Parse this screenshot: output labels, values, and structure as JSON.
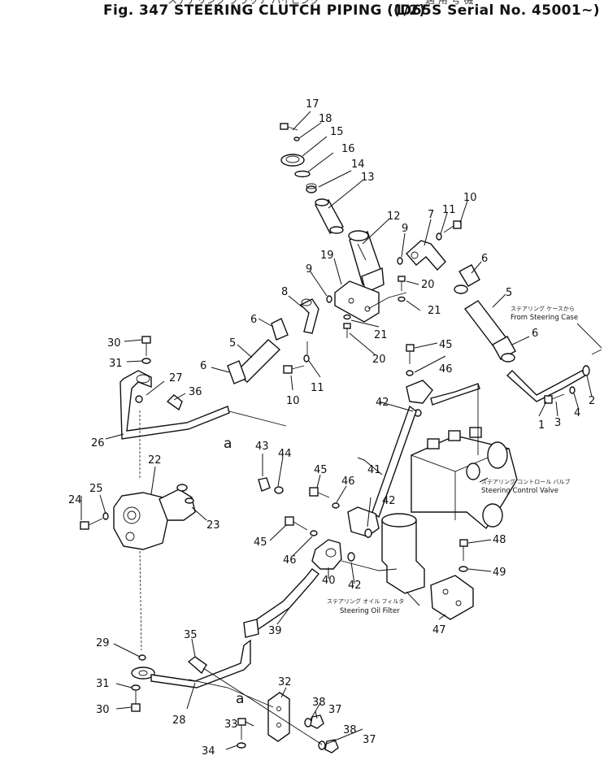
{
  "header": {
    "fig_title": "Fig. 347  STEERING CLUTCH PIPING (1/2)",
    "serial": "(D65S Serial No. 45001~)",
    "jp_title": "ステアリング クラッチ パイピング",
    "jp_serial": "適 用 号 機"
  },
  "callouts": [
    "1",
    "2",
    "3",
    "4",
    "5",
    "5",
    "6",
    "6",
    "6",
    "6",
    "7",
    "8",
    "9",
    "9",
    "10",
    "10",
    "11",
    "11",
    "12",
    "13",
    "14",
    "15",
    "16",
    "17",
    "18",
    "19",
    "20",
    "20",
    "21",
    "21",
    "22",
    "23",
    "24",
    "25",
    "26",
    "27",
    "28",
    "29",
    "30",
    "30",
    "31",
    "31",
    "32",
    "33",
    "34",
    "35",
    "36",
    "37",
    "37",
    "38",
    "38",
    "39",
    "40",
    "41",
    "42",
    "42",
    "42",
    "43",
    "44",
    "45",
    "45",
    "45",
    "46",
    "46",
    "46",
    "47",
    "48",
    "49"
  ],
  "ref_letters": [
    "a",
    "a"
  ],
  "annotations": {
    "from_steering_case_jp": "ステアリング ケースから",
    "from_steering_case_en": "From Steering Case",
    "control_valve_jp": "ステアリング コントロール バルブ",
    "control_valve_en": "Steering Control Valve",
    "oil_filter_jp": "ステアリング オイル フィルタ",
    "oil_filter_en": "Steering Oil Filter"
  }
}
